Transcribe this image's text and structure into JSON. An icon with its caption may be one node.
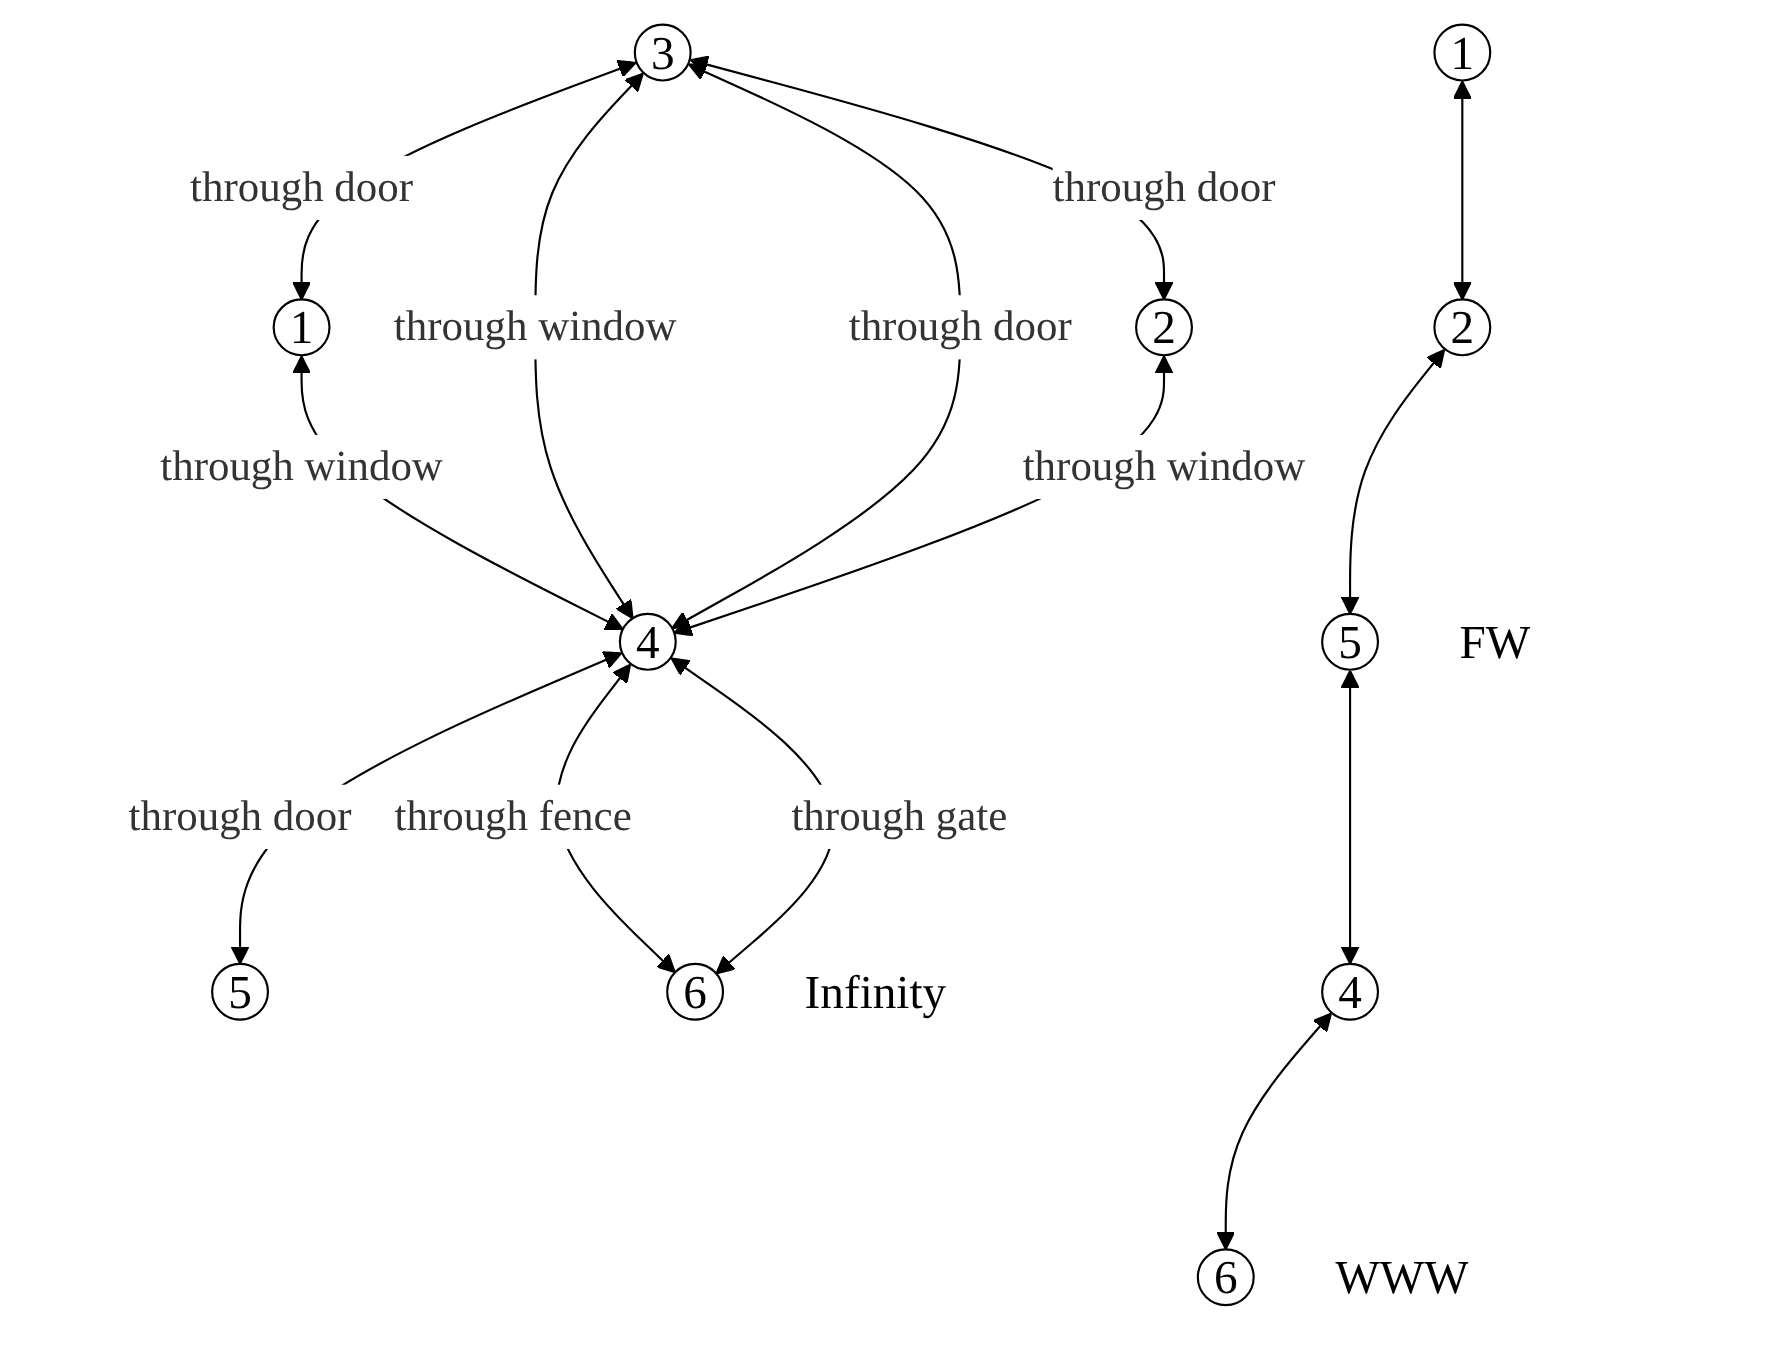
{
  "diagram": {
    "nodes": [
      {
        "text": [
          "1"
        ]
      },
      {
        "text": [
          "3"
        ]
      },
      {
        "text": [
          "2"
        ]
      },
      {
        "text": [
          "4"
        ]
      },
      {
        "text": [
          "5"
        ]
      },
      {
        "text": [
          "6"
        ],
        "beside": [
          "Infinity"
        ]
      },
      {
        "text": [
          "1"
        ]
      },
      {
        "text": [
          "2"
        ]
      },
      {
        "text": [
          "5"
        ],
        "beside": [
          "FW"
        ]
      },
      {
        "text": [
          "4"
        ]
      },
      {
        "text": [
          "6"
        ],
        "beside": [
          "WWW"
        ]
      }
    ],
    "edges": [
      {
        "from": 0,
        "to": 1,
        "arrow": "both",
        "label": "through door"
      },
      {
        "from": 1,
        "to": 2,
        "arrow": "both",
        "label": "through door"
      },
      {
        "from": 0,
        "to": 3,
        "arrow": "both",
        "label": "through window"
      },
      {
        "from": 1,
        "to": 3,
        "arrow": "both",
        "label": "through window"
      },
      {
        "from": 1,
        "to": 3,
        "arrow": "both",
        "label": "through door"
      },
      {
        "from": 2,
        "to": 3,
        "arrow": "both",
        "label": "through window"
      },
      {
        "from": 3,
        "to": 4,
        "arrow": "both",
        "label": "through door"
      },
      {
        "from": 3,
        "to": 5,
        "arrow": "both",
        "label": "through fence"
      },
      {
        "from": 3,
        "to": 5,
        "arrow": "both",
        "label": "through gate"
      },
      {
        "from": 6,
        "to": 7,
        "arrow": "both"
      },
      {
        "from": 7,
        "to": 8,
        "arrow": "both"
      },
      {
        "from": 8,
        "to": 9,
        "arrow": "both"
      },
      {
        "from": 9,
        "to": 10,
        "arrow": "both"
      }
    ]
  }
}
